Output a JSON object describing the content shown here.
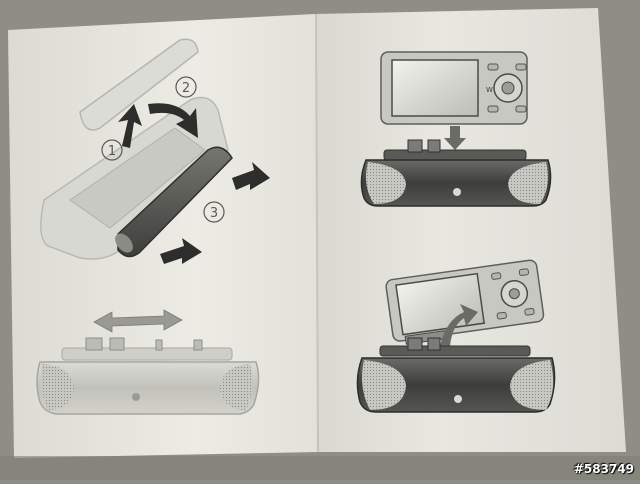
{
  "step_labels": {
    "step1": "1",
    "step2": "2",
    "step3": "3"
  },
  "watermark": "#583749",
  "colors": {
    "desk": "#8f8e86",
    "paper_left": "#eae9e2",
    "paper_right": "#e4e3dc",
    "device_dark": "#4a4b48",
    "device_light": "#cfcfc9",
    "arrow": "#2d2d2b"
  },
  "illustrations": [
    "battery-install-diagram",
    "speaker-dock-width-adjust",
    "phone-insert-dock",
    "phone-remove-dock"
  ]
}
